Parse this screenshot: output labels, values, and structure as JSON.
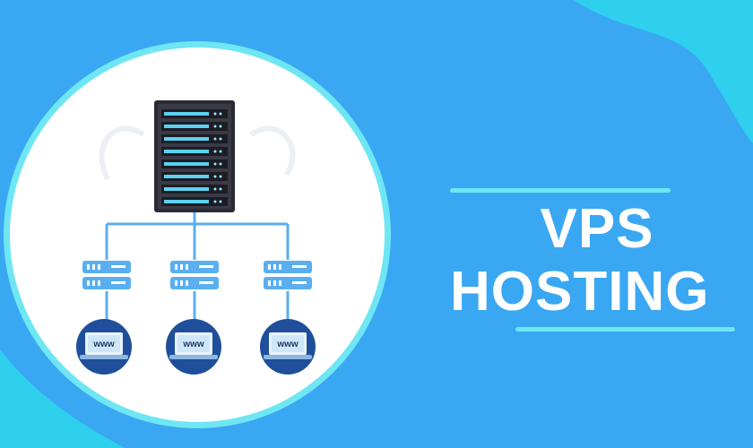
{
  "headline": {
    "line1": "VPS",
    "line2": "HOSTING"
  },
  "diagram": {
    "central_server": "rack-server",
    "nodes": [
      {
        "icon": "server-unit-icon",
        "site_label": "www"
      },
      {
        "icon": "server-unit-icon",
        "site_label": "www"
      },
      {
        "icon": "server-unit-icon",
        "site_label": "www"
      }
    ]
  },
  "colors": {
    "background": "#3aa7f2",
    "accent_cyan": "#6fe6f3",
    "circle_fill": "#ffffff",
    "node_blue": "#5aaff0",
    "laptop_badge": "#1f4f9b",
    "rack_dark": "#2a2a35"
  }
}
